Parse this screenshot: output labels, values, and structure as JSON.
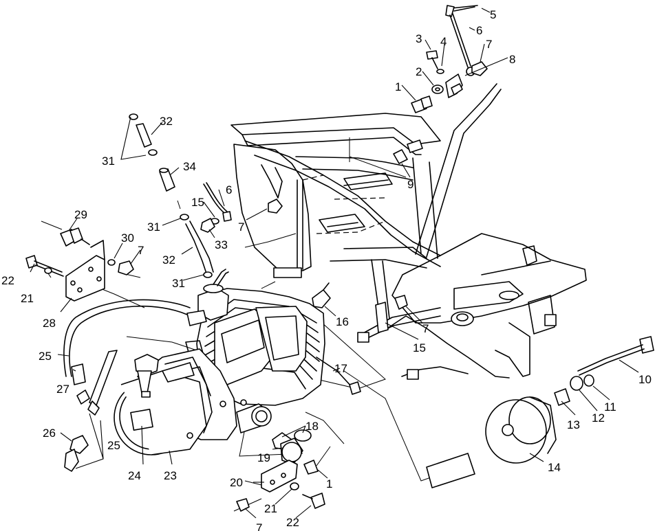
{
  "diagram": {
    "callouts": [
      {
        "id": "c5",
        "text": "5"
      },
      {
        "id": "c6a",
        "text": "6"
      },
      {
        "id": "c3",
        "text": "3"
      },
      {
        "id": "c4",
        "text": "4"
      },
      {
        "id": "c7a",
        "text": "7"
      },
      {
        "id": "c8",
        "text": "8"
      },
      {
        "id": "c2",
        "text": "2"
      },
      {
        "id": "c1a",
        "text": "1"
      },
      {
        "id": "c32a",
        "text": "32"
      },
      {
        "id": "c31a",
        "text": "31"
      },
      {
        "id": "c34",
        "text": "34"
      },
      {
        "id": "c9",
        "text": "9"
      },
      {
        "id": "c6b",
        "text": "6"
      },
      {
        "id": "c15a",
        "text": "15"
      },
      {
        "id": "c7b",
        "text": "7"
      },
      {
        "id": "c29",
        "text": "29"
      },
      {
        "id": "c31b",
        "text": "31"
      },
      {
        "id": "c33",
        "text": "33"
      },
      {
        "id": "c30",
        "text": "30"
      },
      {
        "id": "c7c",
        "text": "7"
      },
      {
        "id": "c32b",
        "text": "32"
      },
      {
        "id": "c22a",
        "text": "22"
      },
      {
        "id": "c21a",
        "text": "21"
      },
      {
        "id": "c31c",
        "text": "31"
      },
      {
        "id": "c28",
        "text": "28"
      },
      {
        "id": "c16",
        "text": "16"
      },
      {
        "id": "c7d",
        "text": "7"
      },
      {
        "id": "c15b",
        "text": "15"
      },
      {
        "id": "c25a",
        "text": "25"
      },
      {
        "id": "c17",
        "text": "17"
      },
      {
        "id": "c27",
        "text": "27"
      },
      {
        "id": "c10",
        "text": "10"
      },
      {
        "id": "c11",
        "text": "11"
      },
      {
        "id": "c12",
        "text": "12"
      },
      {
        "id": "c13",
        "text": "13"
      },
      {
        "id": "c18",
        "text": "18"
      },
      {
        "id": "c26",
        "text": "26"
      },
      {
        "id": "c25b",
        "text": "25"
      },
      {
        "id": "c19",
        "text": "19"
      },
      {
        "id": "c14",
        "text": "14"
      },
      {
        "id": "c24",
        "text": "24"
      },
      {
        "id": "c23",
        "text": "23"
      },
      {
        "id": "c20",
        "text": "20"
      },
      {
        "id": "c1b",
        "text": "1"
      },
      {
        "id": "c21b",
        "text": "21"
      },
      {
        "id": "c7e",
        "text": "7"
      },
      {
        "id": "c22b",
        "text": "22"
      }
    ]
  }
}
